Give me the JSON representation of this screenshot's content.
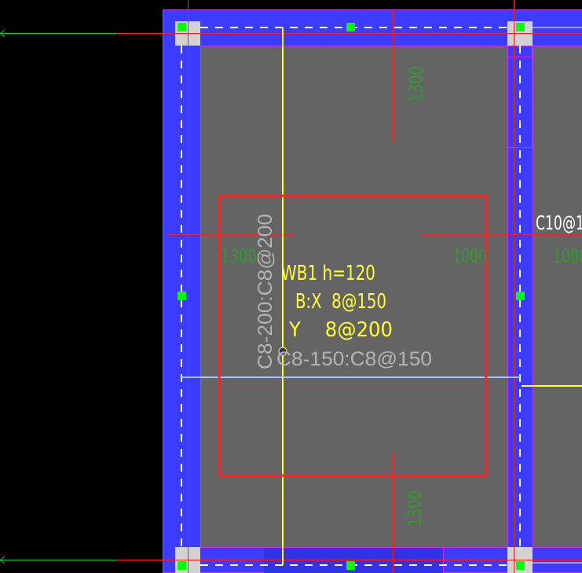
{
  "canvas": {
    "background": "#000000",
    "slab_fill": "#646464",
    "beam_fill": "#3c3cff",
    "beam_outline": "#c832ff",
    "column_fill": "#d2d2d2",
    "axis_red": "#ff1e1e",
    "axis_green": "#22c322",
    "grip_green": "#00ff00",
    "yellow": "#ffff33",
    "dim_green": "#2e9e2e",
    "white": "#ffffff",
    "light_blue": "#a6c4ff",
    "gray_text": "#b4b4b4"
  },
  "annotations": {
    "slab_label": "WB1 h=120",
    "rebar_x": "B:X  8@150",
    "rebar_y": "Y    8@200",
    "vertical_rebar": "C8-200:C8@200",
    "horizontal_rebar": "C8-150:C8@150",
    "right_rebar": "C10@1",
    "dim_top": "1300",
    "dim_bottom": "1300",
    "dim_left": "1300",
    "dim_center_right": "1000",
    "dim_far_right": "1000"
  },
  "icons": {
    "grip": "grip-square-icon",
    "column": "column-block-icon",
    "snap_marker": "snap-circle-icon"
  }
}
